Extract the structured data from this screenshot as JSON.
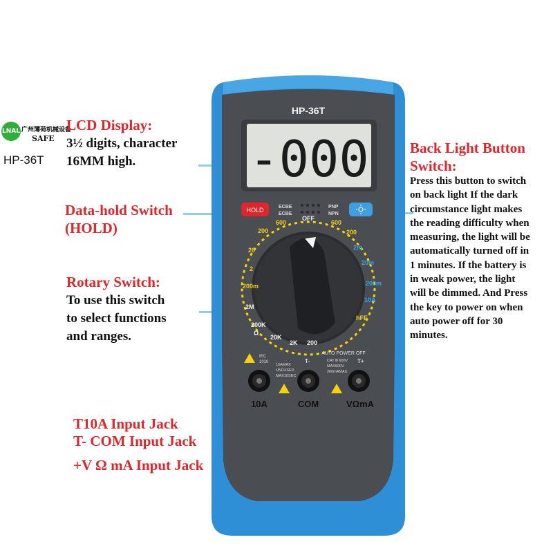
{
  "brand": {
    "logo_text": "LNAL",
    "cn_name": "广州薄荷机械设备",
    "en_name": "SAFE",
    "model": "HP-36T"
  },
  "device": {
    "model": "HP-36T",
    "display_reading": "-000",
    "hold_button": "HOLD",
    "transistor_labels": [
      "ECBE",
      "ECBE"
    ],
    "pnp": "PNP",
    "npn": "NPN",
    "dial_off": "OFF",
    "dial_ranges": [
      "600",
      "200",
      "20",
      "2",
      "200m",
      "2M",
      "200K",
      "20K",
      "2K",
      "200",
      "600",
      "200",
      "2m",
      "20m",
      "200m",
      "10A",
      "hFE"
    ],
    "ohm_symbol": "Ω",
    "warn_left": [
      "IEC",
      "1010"
    ],
    "warn_mid": [
      "10AMAX",
      "UNFUSED",
      "MAX10SEC"
    ],
    "auto_power_off": "AUTO POWER OFF",
    "cat_rating": [
      "CAT Ⅲ 600V",
      "MAX600V",
      "200mAMAX"
    ],
    "jack_top_labels": [
      "T-",
      "T+"
    ],
    "jack_labels": [
      "10A",
      "COM",
      "VΩmA"
    ]
  },
  "callouts": {
    "lcd_title": "LCD Display:",
    "lcd_body_1": "3½ digits, character",
    "lcd_body_2": "16MM high.",
    "hold_title_1": "Data-hold Switch",
    "hold_title_2": "(HOLD)",
    "rotary_title": "Rotary Switch:",
    "rotary_body_1": "To use this switch",
    "rotary_body_2": "to select functions",
    "rotary_body_3": "and ranges.",
    "backlight_title_1": "Back Light Button",
    "backlight_title_2": "Switch:",
    "backlight_body": [
      "Press this button to switch",
      "on back light If the dark",
      "circumstance light makes",
      "the reading difficulty when",
      "measuring, the light will be",
      "automatically turned off in",
      "1 minutes. If the battery is",
      "in weak power, the light",
      "will be dimmed. And Press",
      "the key to power on  when",
      "auto power off for 30",
      "minutes."
    ],
    "jack_1": "T10A  Input Jack",
    "jack_2": "T- COM  Input Jack",
    "jack_3": "+V Ω mA  Input Jack"
  },
  "colors": {
    "accent_red": "#e0262a",
    "housing_blue": "#2f8fd6",
    "body_gray": "#4a4d52",
    "pointer_line": "#8fd0e3"
  }
}
